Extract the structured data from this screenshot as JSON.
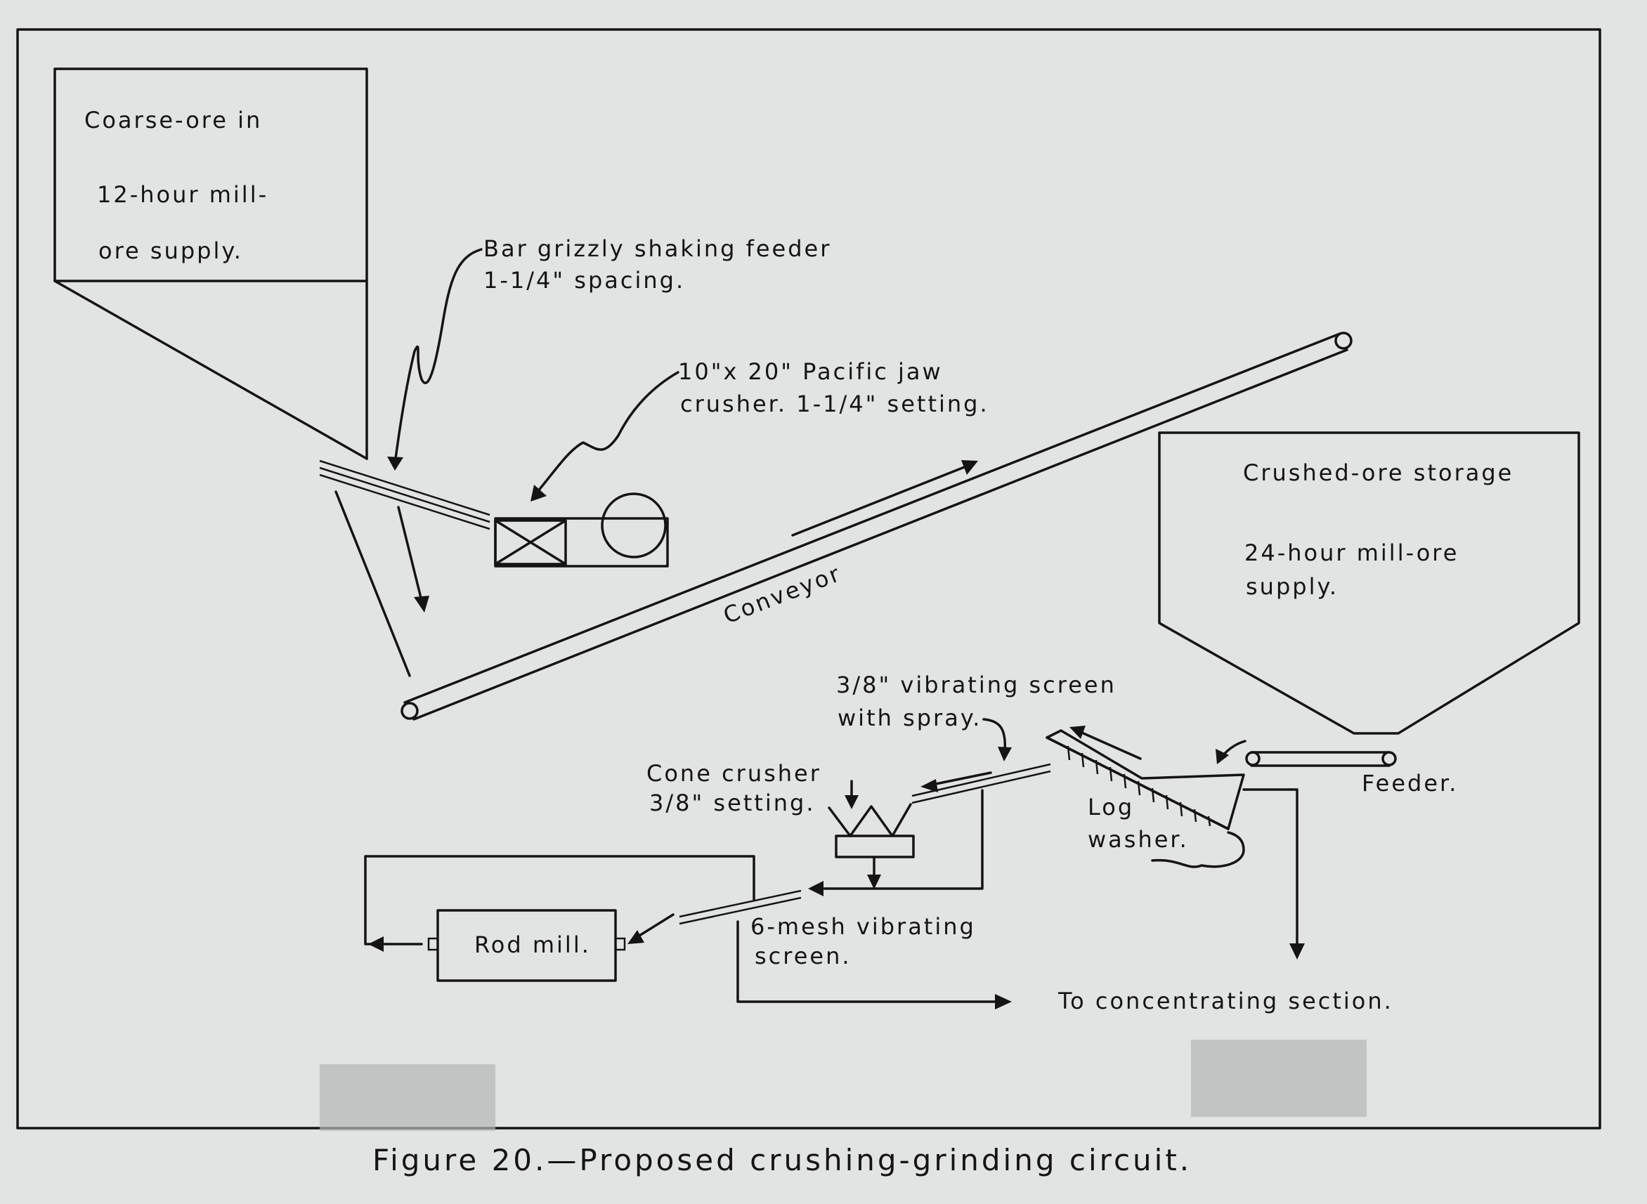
{
  "labels": {
    "coarse_bin_l1": "Coarse-ore    in",
    "coarse_bin_l2": "12-hour   mill-",
    "coarse_bin_l3": "ore  supply.",
    "grizzly_l1": "Bar  grizzly  shaking  feeder",
    "grizzly_l2": "1-1/4\"  spacing.",
    "jaw_l1": "10\"x 20\" Pacific  jaw",
    "jaw_l2": "crusher.  1-1/4\"  setting.",
    "conveyor": "Conveyor",
    "crushed_bin_l1": "Crushed-ore  storage",
    "crushed_bin_l2": "24-hour   mill-ore",
    "crushed_bin_l3": "supply.",
    "vib_screen_l1": "3/8\" vibrating  screen",
    "vib_screen_l2": "with  spray.",
    "cone_l1": "Cone  crusher",
    "cone_l2": "3/8\" setting.",
    "log_washer_l1": "Log",
    "log_washer_l2": "washer.",
    "feeder": "Feeder.",
    "rod_mill": "Rod mill.",
    "mesh_screen_l1": "6-mesh vibrating",
    "mesh_screen_l2": "screen.",
    "concentrating": "To  concentrating   section."
  },
  "caption": "Figure 20.—Proposed  crushing-grinding  circuit.",
  "colors": {
    "paper": "#e2e4e3",
    "ink": "#141414"
  }
}
